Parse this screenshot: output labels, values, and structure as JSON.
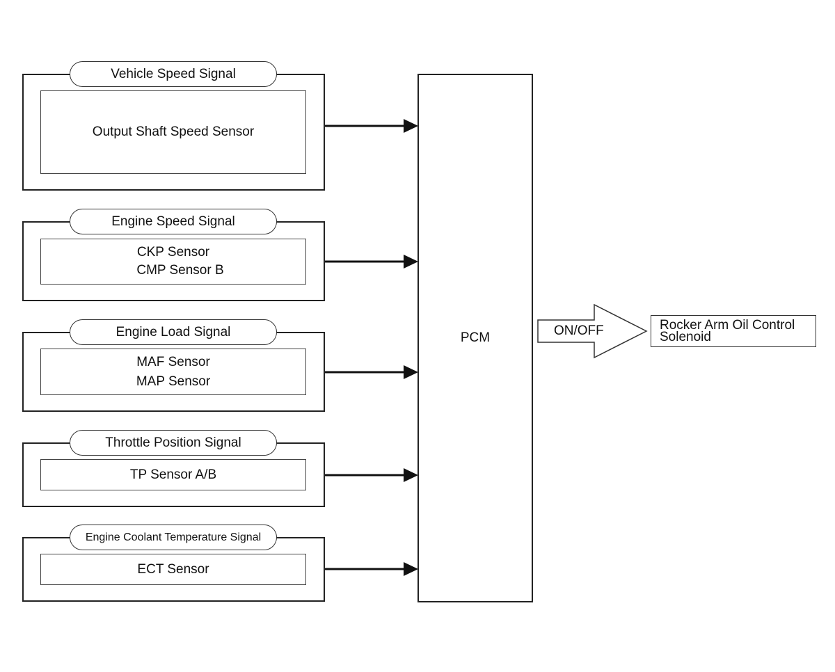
{
  "groups": [
    {
      "signal": "Vehicle Speed Signal",
      "sensors": [
        "Output Shaft Speed Sensor"
      ]
    },
    {
      "signal": "Engine Speed Signal",
      "sensors": [
        "CKP Sensor",
        "CMP Sensor B"
      ]
    },
    {
      "signal": "Engine Load Signal",
      "sensors": [
        "MAF Sensor",
        "MAP Sensor"
      ]
    },
    {
      "signal": "Throttle Position Signal",
      "sensors": [
        "TP Sensor A/B"
      ]
    },
    {
      "signal": "Engine Coolant Temperature Signal",
      "sensors": [
        "ECT Sensor"
      ]
    }
  ],
  "pcm": {
    "label": "PCM"
  },
  "output_arrow": {
    "label": "ON/OFF"
  },
  "output": {
    "line1": "Rocker Arm Oil Control",
    "line2": "Solenoid"
  }
}
